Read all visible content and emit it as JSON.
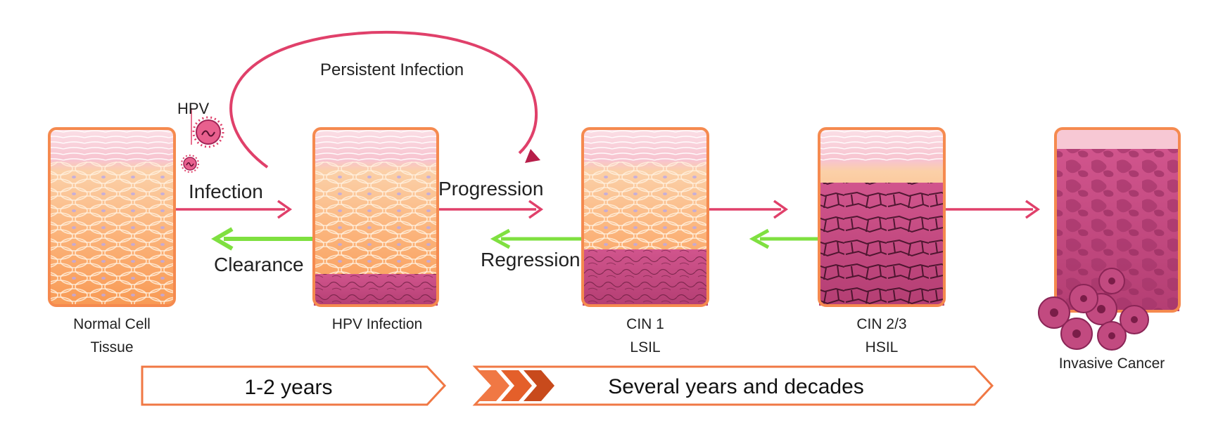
{
  "labels": {
    "persistent": "Persistent Infection",
    "hpv": "HPV",
    "infection": "Infection",
    "clearance": "Clearance",
    "progression": "Progression",
    "regression": "Regression"
  },
  "stages": {
    "normal": {
      "line1": "Normal Cell",
      "line2": "Tissue"
    },
    "hpv": {
      "line1": "HPV Infection"
    },
    "cin1": {
      "line1": "CIN 1",
      "line2": "LSIL"
    },
    "cin23": {
      "line1": "CIN 2/3",
      "line2": "HSIL"
    },
    "cancer": {
      "line1": "Invasive Cancer"
    }
  },
  "timeline": {
    "short": "1-2 years",
    "long": "Several years and decades"
  },
  "colors": {
    "progression_arrow": "#e0406a",
    "regression_arrow": "#7fe040",
    "tissue_border": "#f58a4f",
    "basal_orange": "#f9a55a",
    "superficial_pink": "#f7c8d4",
    "lesion_magenta": "#c2467e",
    "timeline_border": "#f07844"
  }
}
